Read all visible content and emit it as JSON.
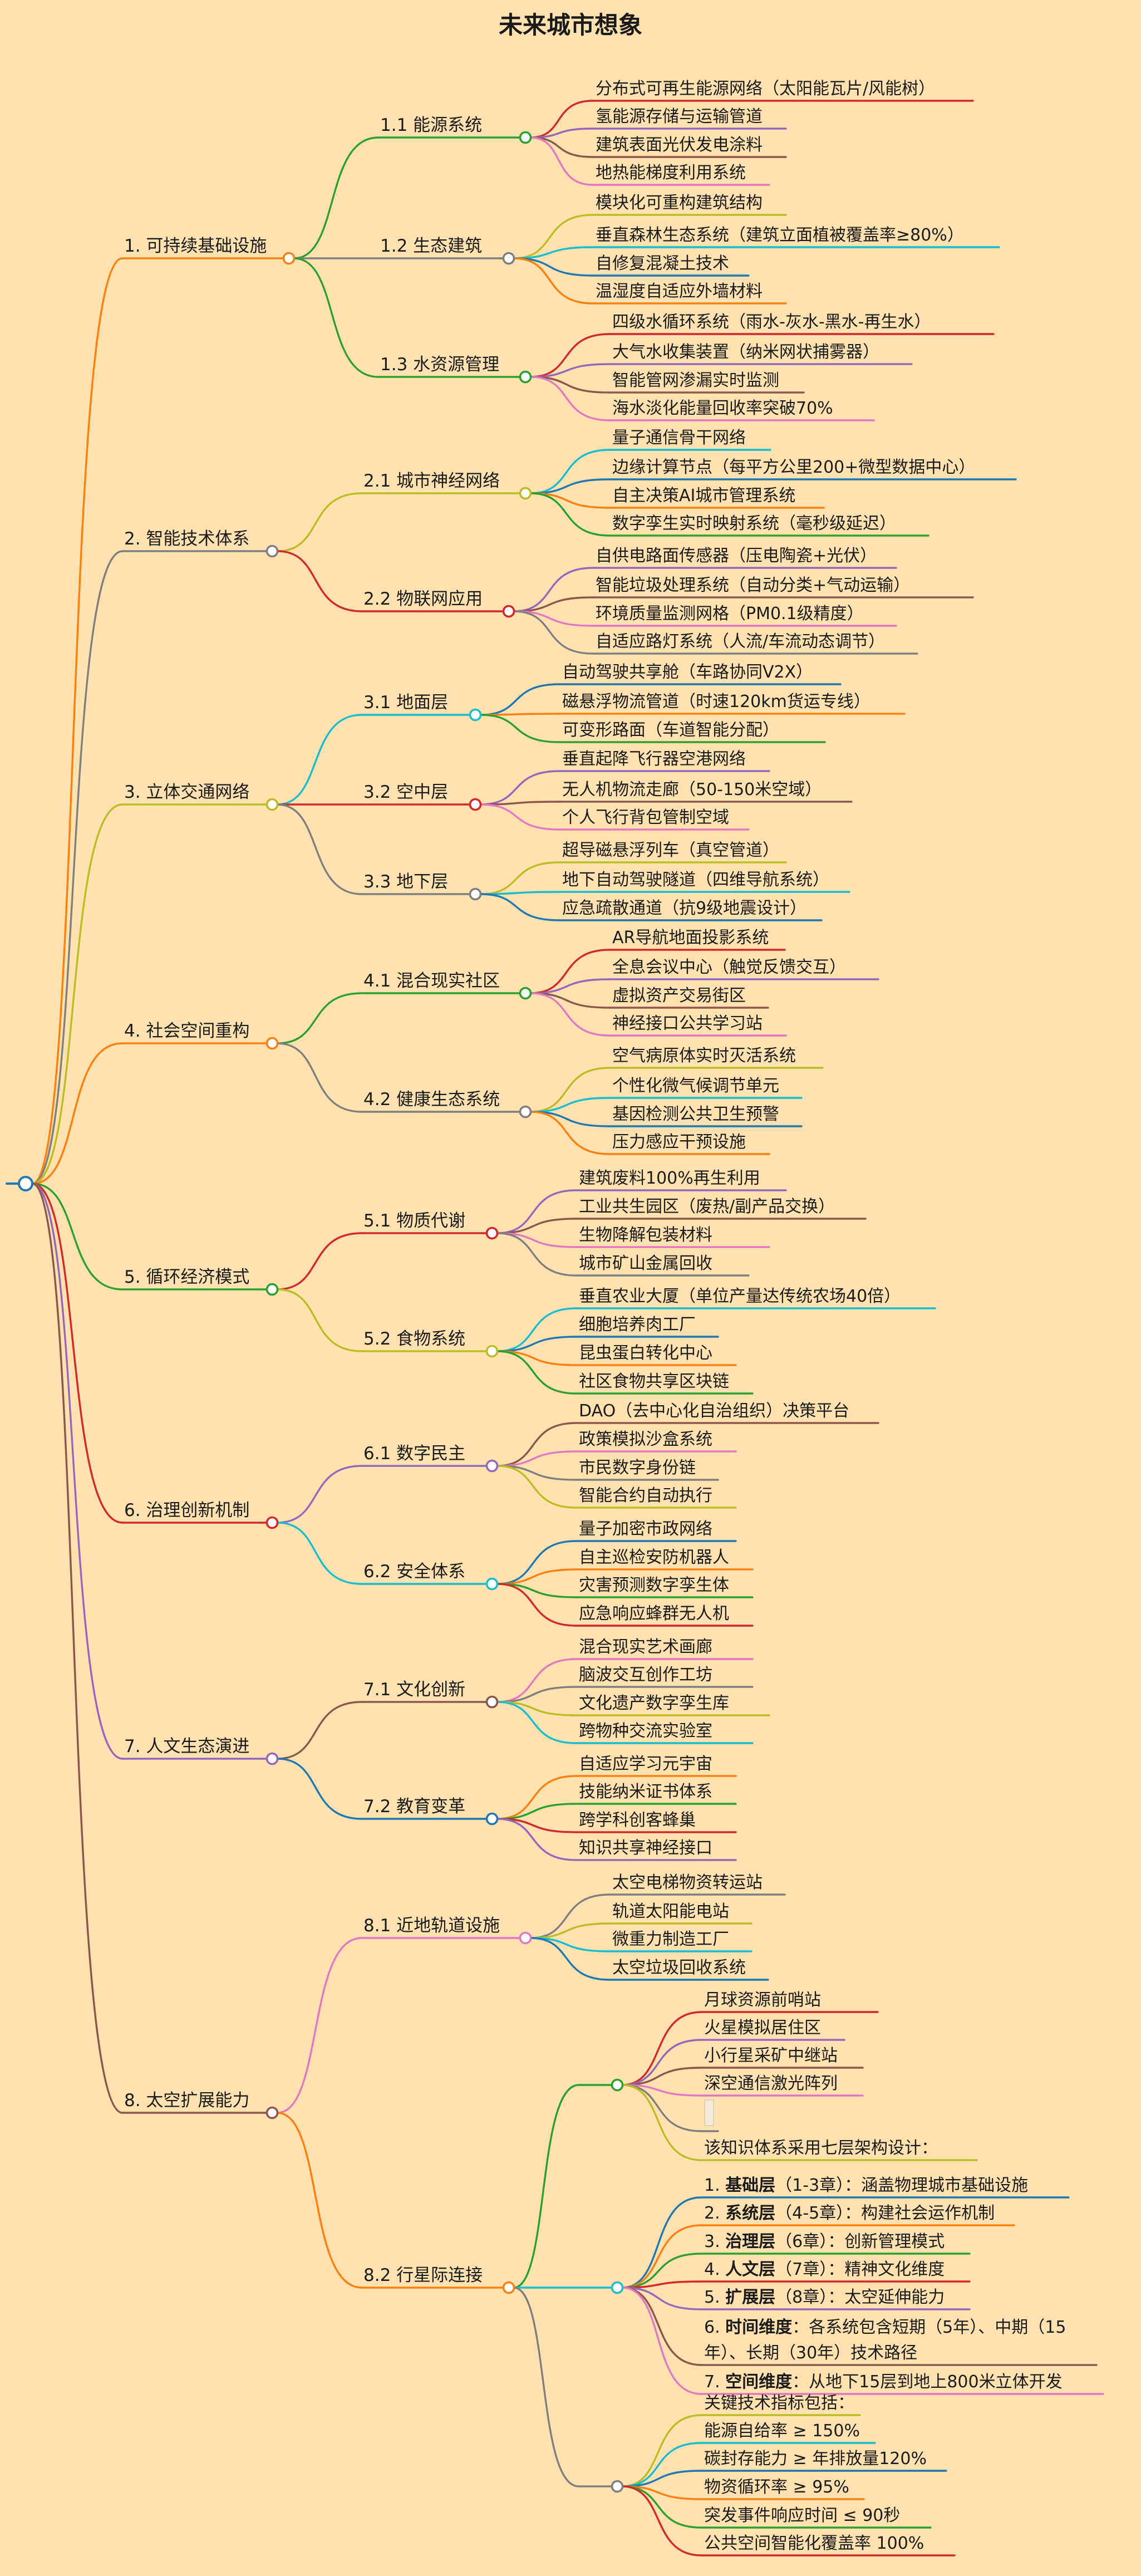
{
  "title": "未来城市想象",
  "nodes": {
    "n1": {
      "label": "1. 可持续基础设施",
      "color": "#FF7F0E"
    },
    "n1_1": {
      "label": "1.1 能源系统",
      "color": "#2CA02C"
    },
    "n1_1_1": {
      "label": "分布式可再生能源网络（太阳能瓦片/风能树）",
      "color": "#D62728"
    },
    "n1_1_2": {
      "label": "氢能源存储与运输管道",
      "color": "#9467BD"
    },
    "n1_1_3": {
      "label": "建筑表面光伏发电涂料",
      "color": "#8C564B"
    },
    "n1_1_4": {
      "label": "地热能梯度利用系统",
      "color": "#E377C2"
    },
    "n1_2": {
      "label": "1.2 生态建筑",
      "color": "#7F7F7F"
    },
    "n1_2_1": {
      "label": "模块化可重构建筑结构",
      "color": "#BCBD22"
    },
    "n1_2_2": {
      "label": "垂直森林生态系统（建筑立面植被覆盖率≥80%）",
      "color": "#17BECF"
    },
    "n1_2_3": {
      "label": "自修复混凝土技术",
      "color": "#1F77B4"
    },
    "n1_2_4": {
      "label": "温湿度自适应外墙材料",
      "color": "#FF7F0E"
    },
    "n1_3": {
      "label": "1.3 水资源管理",
      "color": "#2CA02C"
    },
    "n1_3_1": {
      "label": "四级水循环系统（雨水-灰水-黑水-再生水）",
      "color": "#D62728"
    },
    "n1_3_2": {
      "label": "大气水收集装置（纳米网状捕雾器）",
      "color": "#9467BD"
    },
    "n1_3_3": {
      "label": "智能管网渗漏实时监测",
      "color": "#8C564B"
    },
    "n1_3_4": {
      "label": "海水淡化能量回收率突破70%",
      "color": "#E377C2"
    },
    "n2": {
      "label": "2. 智能技术体系",
      "color": "#7F7F7F"
    },
    "n2_1": {
      "label": "2.1 城市神经网络",
      "color": "#BCBD22"
    },
    "n2_1_1": {
      "label": "量子通信骨干网络",
      "color": "#17BECF"
    },
    "n2_1_2": {
      "label": "边缘计算节点（每平方公里200+微型数据中心）",
      "color": "#1F77B4"
    },
    "n2_1_3": {
      "label": "自主决策AI城市管理系统",
      "color": "#FF7F0E"
    },
    "n2_1_4": {
      "label": "数字孪生实时映射系统（毫秒级延迟）",
      "color": "#2CA02C"
    },
    "n2_2": {
      "label": "2.2 物联网应用",
      "color": "#D62728"
    },
    "n2_2_1": {
      "label": "自供电路面传感器（压电陶瓷+光伏）",
      "color": "#9467BD"
    },
    "n2_2_2": {
      "label": "智能垃圾处理系统（自动分类+气动运输）",
      "color": "#8C564B"
    },
    "n2_2_3": {
      "label": "环境质量监测网格（PM0.1级精度）",
      "color": "#E377C2"
    },
    "n2_2_4": {
      "label": "自适应路灯系统（人流/车流动态调节）",
      "color": "#7F7F7F"
    },
    "n3": {
      "label": "3. 立体交通网络",
      "color": "#BCBD22"
    },
    "n3_1": {
      "label": "3.1 地面层",
      "color": "#17BECF"
    },
    "n3_1_1": {
      "label": "自动驾驶共享舱（车路协同V2X）",
      "color": "#1F77B4"
    },
    "n3_1_2": {
      "label": "磁悬浮物流管道（时速120km货运专线）",
      "color": "#FF7F0E"
    },
    "n3_1_3": {
      "label": "可变形路面（车道智能分配）",
      "color": "#2CA02C"
    },
    "n3_2": {
      "label": "3.2 空中层",
      "color": "#D62728"
    },
    "n3_2_1": {
      "label": "垂直起降飞行器空港网络",
      "color": "#9467BD"
    },
    "n3_2_2": {
      "label": "无人机物流走廊（50-150米空域）",
      "color": "#8C564B"
    },
    "n3_2_3": {
      "label": "个人飞行背包管制空域",
      "color": "#E377C2"
    },
    "n3_3": {
      "label": "3.3 地下层",
      "color": "#7F7F7F"
    },
    "n3_3_1": {
      "label": "超导磁悬浮列车（真空管道）",
      "color": "#BCBD22"
    },
    "n3_3_2": {
      "label": "地下自动驾驶隧道（四维导航系统）",
      "color": "#17BECF"
    },
    "n3_3_3": {
      "label": "应急疏散通道（抗9级地震设计）",
      "color": "#1F77B4"
    },
    "n4": {
      "label": "4. 社会空间重构",
      "color": "#FF7F0E"
    },
    "n4_1": {
      "label": "4.1 混合现实社区",
      "color": "#2CA02C"
    },
    "n4_1_1": {
      "label": "AR导航地面投影系统",
      "color": "#D62728"
    },
    "n4_1_2": {
      "label": "全息会议中心（触觉反馈交互）",
      "color": "#9467BD"
    },
    "n4_1_3": {
      "label": "虚拟资产交易街区",
      "color": "#8C564B"
    },
    "n4_1_4": {
      "label": "神经接口公共学习站",
      "color": "#E377C2"
    },
    "n4_2": {
      "label": "4.2 健康生态系统",
      "color": "#7F7F7F"
    },
    "n4_2_1": {
      "label": "空气病原体实时灭活系统",
      "color": "#BCBD22"
    },
    "n4_2_2": {
      "label": "个性化微气候调节单元",
      "color": "#17BECF"
    },
    "n4_2_3": {
      "label": "基因检测公共卫生预警",
      "color": "#1F77B4"
    },
    "n4_2_4": {
      "label": "压力感应干预设施",
      "color": "#FF7F0E"
    },
    "n5": {
      "label": "5. 循环经济模式",
      "color": "#2CA02C"
    },
    "n5_1": {
      "label": "5.1 物质代谢",
      "color": "#D62728"
    },
    "n5_1_1": {
      "label": "建筑废料100%再生利用",
      "color": "#9467BD"
    },
    "n5_1_2": {
      "label": "工业共生园区（废热/副产品交换）",
      "color": "#8C564B"
    },
    "n5_1_3": {
      "label": "生物降解包装材料",
      "color": "#E377C2"
    },
    "n5_1_4": {
      "label": "城市矿山金属回收",
      "color": "#7F7F7F"
    },
    "n5_2": {
      "label": "5.2 食物系统",
      "color": "#BCBD22"
    },
    "n5_2_1": {
      "label": "垂直农业大厦（单位产量达传统农场40倍）",
      "color": "#17BECF"
    },
    "n5_2_2": {
      "label": "细胞培养肉工厂",
      "color": "#1F77B4"
    },
    "n5_2_3": {
      "label": "昆虫蛋白转化中心",
      "color": "#FF7F0E"
    },
    "n5_2_4": {
      "label": "社区食物共享区块链",
      "color": "#2CA02C"
    },
    "n6": {
      "label": "6. 治理创新机制",
      "color": "#D62728"
    },
    "n6_1": {
      "label": "6.1 数字民主",
      "color": "#9467BD"
    },
    "n6_1_1": {
      "label": "DAO（去中心化自治组织）决策平台",
      "color": "#8C564B"
    },
    "n6_1_2": {
      "label": "政策模拟沙盒系统",
      "color": "#E377C2"
    },
    "n6_1_3": {
      "label": "市民数字身份链",
      "color": "#7F7F7F"
    },
    "n6_1_4": {
      "label": "智能合约自动执行",
      "color": "#BCBD22"
    },
    "n6_2": {
      "label": "6.2 安全体系",
      "color": "#17BECF"
    },
    "n6_2_1": {
      "label": "量子加密市政网络",
      "color": "#1F77B4"
    },
    "n6_2_2": {
      "label": "自主巡检安防机器人",
      "color": "#FF7F0E"
    },
    "n6_2_3": {
      "label": "灾害预测数字孪生体",
      "color": "#2CA02C"
    },
    "n6_2_4": {
      "label": "应急响应蜂群无人机",
      "color": "#D62728"
    },
    "n7": {
      "label": "7. 人文生态演进",
      "color": "#9467BD"
    },
    "n7_1": {
      "label": "7.1 文化创新",
      "color": "#8C564B"
    },
    "n7_1_1": {
      "label": "混合现实艺术画廊",
      "color": "#E377C2"
    },
    "n7_1_2": {
      "label": "脑波交互创作工坊",
      "color": "#7F7F7F"
    },
    "n7_1_3": {
      "label": "文化遗产数字孪生库",
      "color": "#BCBD22"
    },
    "n7_1_4": {
      "label": "跨物种交流实验室",
      "color": "#17BECF"
    },
    "n7_2": {
      "label": "7.2 教育变革",
      "color": "#1F77B4"
    },
    "n7_2_1": {
      "label": "自适应学习元宇宙",
      "color": "#FF7F0E"
    },
    "n7_2_2": {
      "label": "技能纳米证书体系",
      "color": "#2CA02C"
    },
    "n7_2_3": {
      "label": "跨学科创客蜂巢",
      "color": "#D62728"
    },
    "n7_2_4": {
      "label": "知识共享神经接口",
      "color": "#9467BD"
    },
    "n8": {
      "label": "8. 太空扩展能力",
      "color": "#8C564B"
    },
    "n8_1": {
      "label": "8.1 近地轨道设施",
      "color": "#E377C2"
    },
    "n8_1_1": {
      "label": "太空电梯物资转运站",
      "color": "#7F7F7F"
    },
    "n8_1_2": {
      "label": "轨道太阳能电站",
      "color": "#BCBD22"
    },
    "n8_1_3": {
      "label": "微重力制造工厂",
      "color": "#17BECF"
    },
    "n8_1_4": {
      "label": "太空垃圾回收系统",
      "color": "#1F77B4"
    },
    "n8_2": {
      "label": "8.2 行星际连接",
      "color": "#FF7F0E"
    },
    "g1": {
      "label": "",
      "color": "#2CA02C"
    },
    "g1_1": {
      "label": "月球资源前哨站",
      "color": "#D62728"
    },
    "g1_2": {
      "label": "火星模拟居住区",
      "color": "#9467BD"
    },
    "g1_3": {
      "label": "小行星采矿中继站",
      "color": "#8C564B"
    },
    "g1_4": {
      "label": "深空通信激光阵列",
      "color": "#E377C2"
    },
    "g1_5": {
      "label": "",
      "color": "#7F7F7F"
    },
    "g1_6": {
      "label": "该知识体系采用七层架构设计：",
      "color": "#BCBD22"
    },
    "g2": {
      "label": "",
      "color": "#17BECF"
    },
    "g2_1": {
      "bold": "基础层",
      "pre": "1. ",
      "rest": "（1-3章）：涵盖物理城市基础设施",
      "color": "#1F77B4"
    },
    "g2_2": {
      "bold": "系统层",
      "pre": "2. ",
      "rest": "（4-5章）：构建社会运作机制",
      "color": "#FF7F0E"
    },
    "g2_3": {
      "bold": "治理层",
      "pre": "3. ",
      "rest": "（6章）：创新管理模式",
      "color": "#2CA02C"
    },
    "g2_4": {
      "bold": "人文层",
      "pre": "4. ",
      "rest": "（7章）：精神文化维度",
      "color": "#D62728"
    },
    "g2_5": {
      "bold": "扩展层",
      "pre": "5. ",
      "rest": "（8章）：太空延伸能力",
      "color": "#9467BD"
    },
    "g2_6": {
      "bold": "时间维度",
      "pre": "6. ",
      "rest": "：各系统包含短期（5年）、中期（15",
      "rest2": "年）、长期（30年）技术路径",
      "color": "#8C564B"
    },
    "g2_7": {
      "bold": "空间维度",
      "pre": "7. ",
      "rest": "：从地下15层到地上800米立体开发",
      "color": "#E377C2"
    },
    "g3": {
      "label": "",
      "color": "#7F7F7F"
    },
    "g3_1": {
      "label": "关键技术指标包括：",
      "color": "#BCBD22"
    },
    "g3_2": {
      "label": "能源自给率 ≥ 150%",
      "color": "#17BECF"
    },
    "g3_3": {
      "label": "碳封存能力 ≥ 年排放量120%",
      "color": "#1F77B4"
    },
    "g3_4": {
      "label": "物资循环率 ≥ 95%",
      "color": "#FF7F0E"
    },
    "g3_5": {
      "label": "突发事件响应时间 ≤ 90秒",
      "color": "#2CA02C"
    },
    "g3_6": {
      "label": "公共空间智能化覆盖率 100%",
      "color": "#D62728"
    }
  }
}
